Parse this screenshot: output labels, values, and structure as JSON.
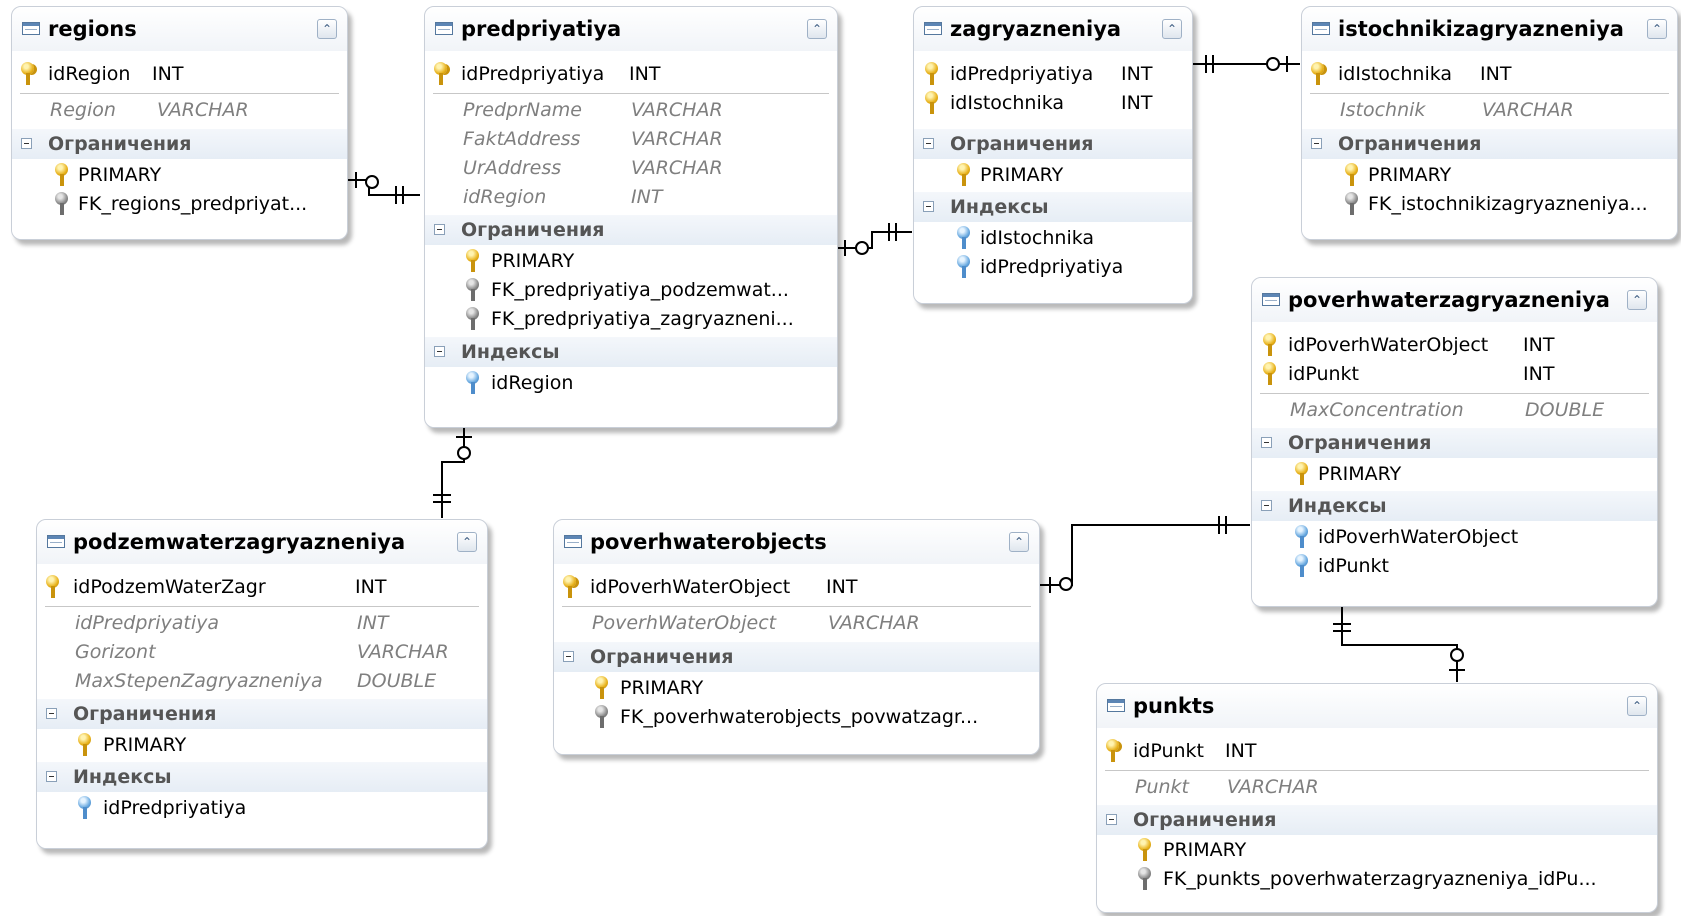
{
  "tables": {
    "regions": {
      "title": "regions",
      "pk": [
        {
          "name": "idRegion",
          "type": "INT"
        }
      ],
      "attrs": [
        {
          "name": "Region",
          "type": "VARCHAR"
        }
      ],
      "constraints_label": "Ограничения",
      "constraints": [
        "PRIMARY",
        "FK_regions_predpriyat..."
      ]
    },
    "predpriyatiya": {
      "title": "predpriyatiya",
      "pk": [
        {
          "name": "idPredpriyatiya",
          "type": "INT"
        }
      ],
      "attrs": [
        {
          "name": "PredprName",
          "type": "VARCHAR"
        },
        {
          "name": "FaktAddress",
          "type": "VARCHAR"
        },
        {
          "name": "UrAddress",
          "type": "VARCHAR"
        },
        {
          "name": "idRegion",
          "type": "INT"
        }
      ],
      "constraints_label": "Ограничения",
      "constraints": [
        "PRIMARY",
        "FK_predpriyatiya_podzemwat...",
        "FK_predpriyatiya_zagryazneni..."
      ],
      "indexes_label": "Индексы",
      "indexes": [
        "idRegion"
      ]
    },
    "zagryazneniya": {
      "title": "zagryazneniya",
      "pk": [
        {
          "name": "idPredpriyatiya",
          "type": "INT"
        },
        {
          "name": "idIstochnika",
          "type": "INT"
        }
      ],
      "constraints_label": "Ограничения",
      "constraints": [
        "PRIMARY"
      ],
      "indexes_label": "Индексы",
      "indexes": [
        "idIstochnika",
        "idPredpriyatiya"
      ]
    },
    "istochnikizagryazneniya": {
      "title": "istochnikizagryazneniya",
      "pk": [
        {
          "name": "idIstochnika",
          "type": "INT"
        }
      ],
      "attrs": [
        {
          "name": "Istochnik",
          "type": "VARCHAR"
        }
      ],
      "constraints_label": "Ограничения",
      "constraints": [
        "PRIMARY",
        "FK_istochnikizagryazneniya..."
      ]
    },
    "poverhwaterzagryazneniya": {
      "title": "poverhwaterzagryazneniya",
      "pk": [
        {
          "name": "idPoverhWaterObject",
          "type": "INT"
        },
        {
          "name": "idPunkt",
          "type": "INT"
        }
      ],
      "attrs": [
        {
          "name": "MaxConcentration",
          "type": "DOUBLE"
        }
      ],
      "constraints_label": "Ограничения",
      "constraints": [
        "PRIMARY"
      ],
      "indexes_label": "Индексы",
      "indexes": [
        "idPoverhWaterObject",
        "idPunkt"
      ]
    },
    "podzemwaterzagryazneniya": {
      "title": "podzemwaterzagryazneniya",
      "pk": [
        {
          "name": "idPodzemWaterZagr",
          "type": "INT"
        }
      ],
      "attrs": [
        {
          "name": "idPredpriyatiya",
          "type": "INT"
        },
        {
          "name": "Gorizont",
          "type": "VARCHAR"
        },
        {
          "name": "MaxStepenZagryazneniya",
          "type": "DOUBLE"
        }
      ],
      "constraints_label": "Ограничения",
      "constraints": [
        "PRIMARY"
      ],
      "indexes_label": "Индексы",
      "indexes": [
        "idPredpriyatiya"
      ]
    },
    "poverhwaterobjects": {
      "title": "poverhwaterobjects",
      "pk": [
        {
          "name": "idPoverhWaterObject",
          "type": "INT"
        }
      ],
      "attrs": [
        {
          "name": "PoverhWaterObject",
          "type": "VARCHAR"
        }
      ],
      "constraints_label": "Ограничения",
      "constraints": [
        "PRIMARY",
        "FK_poverhwaterobjects_povwatzagr..."
      ]
    },
    "punkts": {
      "title": "punkts",
      "pk": [
        {
          "name": "idPunkt",
          "type": "INT"
        }
      ],
      "attrs": [
        {
          "name": "Punkt",
          "type": "VARCHAR"
        }
      ],
      "constraints_label": "Ограничения",
      "constraints": [
        "PRIMARY",
        "FK_punkts_poverhwaterzagryazneniya_idPu..."
      ]
    }
  },
  "icons": {
    "table": "table-icon",
    "collapse": "collapse-chevron-icon",
    "primary_key": "primary-key-icon",
    "foreign_key": "foreign-key-icon",
    "index": "index-key-icon"
  },
  "colors": {
    "attribute_text": "#7f7f7f",
    "section_band": "#e6edf5",
    "connector": "#000000"
  }
}
